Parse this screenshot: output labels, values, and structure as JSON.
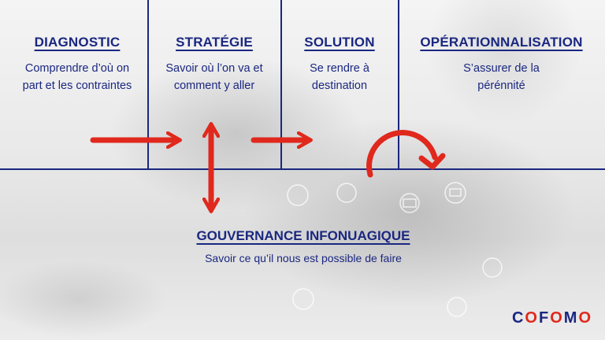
{
  "columns": [
    {
      "title": "DIAGNOSTIC",
      "desc": "Comprendre d’où on part et les contraintes"
    },
    {
      "title": "STRATÉGIE",
      "desc": "Savoir où l’on va et comment y aller"
    },
    {
      "title": "SOLUTION",
      "desc": "Se rendre à destination"
    },
    {
      "title": "OPÉRATIONNALISATION",
      "desc": "S’assurer de la pérénnité"
    }
  ],
  "governance": {
    "title": "GOUVERNANCE INFONUAGIQUE",
    "desc": "Savoir ce qu’il nous est possible de faire"
  },
  "logo": {
    "part1": "C",
    "o1": "O",
    "part2": "F",
    "o2": "O",
    "part3": "M",
    "o3": "O"
  },
  "colors": {
    "navy": "#1a2780",
    "red": "#e0281d"
  },
  "icons": [
    "arrow-right-icon",
    "arrow-up-down-icon",
    "circular-arrow-icon"
  ]
}
